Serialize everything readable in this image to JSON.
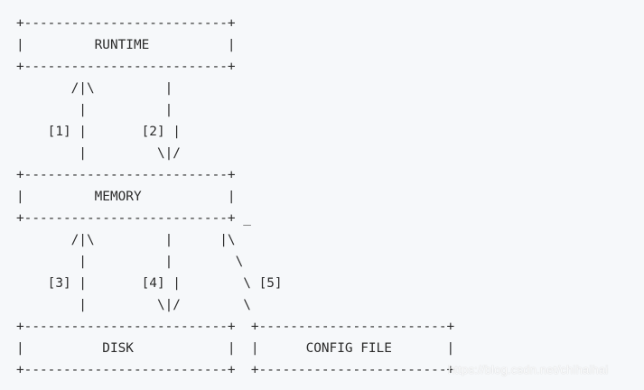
{
  "diagram": {
    "lines": [
      "+--------------------------+",
      "|         RUNTIME          |",
      "+--------------------------+",
      "       /|\\         |",
      "        |          |",
      "    [1] |       [2] |",
      "        |         \\|/",
      "+--------------------------+",
      "|         MEMORY           |",
      "+--------------------------+ _",
      "       /|\\         |      |\\",
      "        |          |        \\",
      "    [3] |       [4] |        \\ [5]",
      "        |         \\|/        \\",
      "+--------------------------+  +------------------------+",
      "|          DISK            |  |      CONFIG FILE       |",
      "+--------------------------+  +------------------------+"
    ]
  },
  "watermark": {
    "text": "https://blog.csdn.net/chihaihai"
  }
}
